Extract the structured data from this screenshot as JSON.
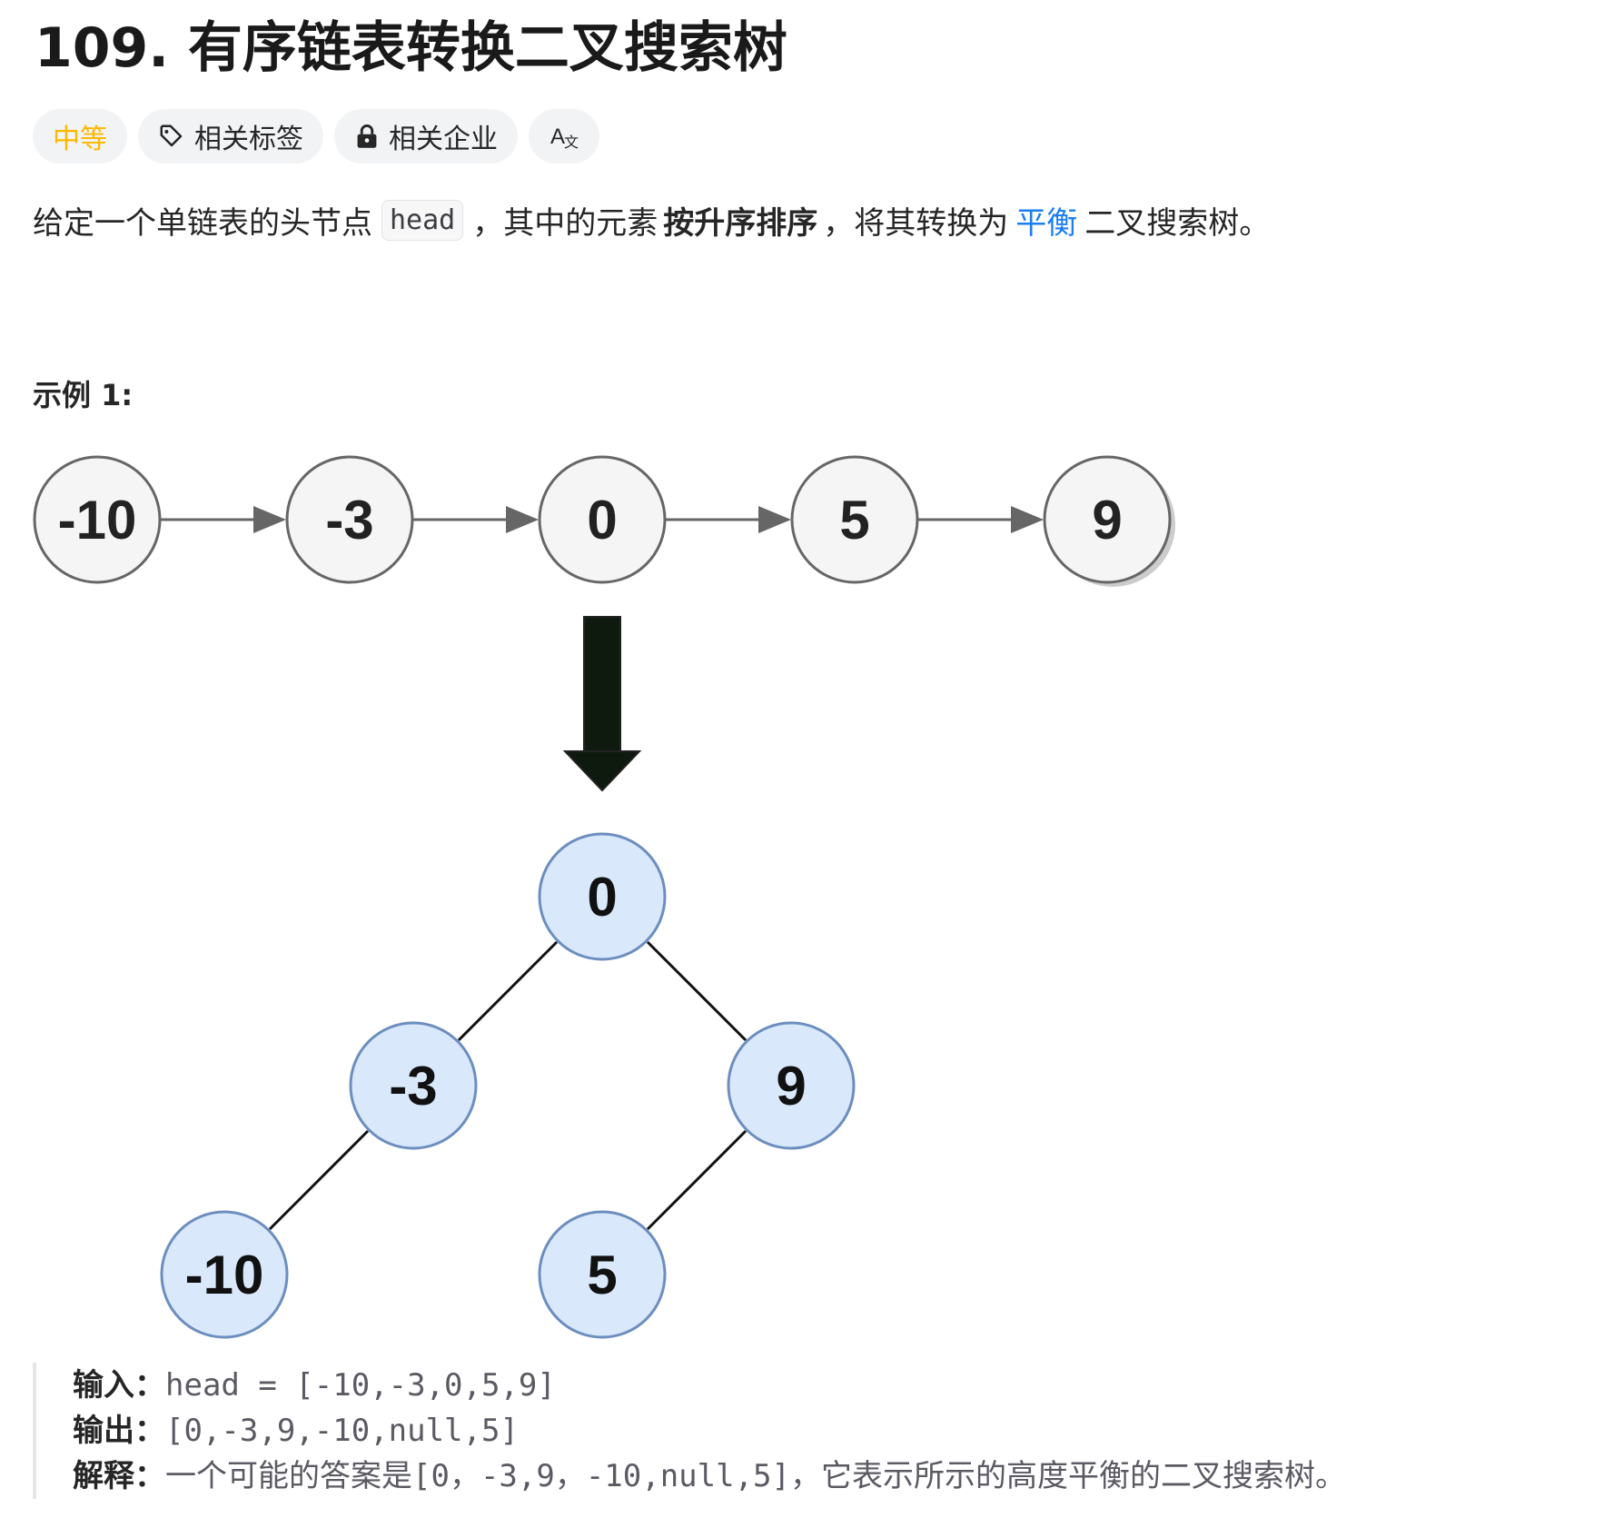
{
  "problem": {
    "title": "109. 有序链表转换二叉搜索树"
  },
  "tags": {
    "difficulty": "中等",
    "related_tags": "相关标签",
    "related_companies": "相关企业",
    "translate_icon": "translate-icon",
    "tag_icon": "tag-icon",
    "lock_icon": "lock-icon",
    "difficulty_color": "#ffb800"
  },
  "description": {
    "part1": "给定一个单链表的头节点",
    "code": "head",
    "part2": "，其中的元素",
    "bold": "按升序排序",
    "part3": "，将其转换为",
    "link": "平衡",
    "part4": "二叉搜索树。"
  },
  "example": {
    "title": "示例 1:",
    "list_nodes": [
      "-10",
      "-3",
      "0",
      "5",
      "9"
    ],
    "tree_nodes": {
      "root": "0",
      "left": "-3",
      "right": "9",
      "left_left": "-10",
      "right_left": "5"
    },
    "input_label": "输入：",
    "input_value": "head = [-10,-3,0,5,9]",
    "output_label": "输出：",
    "output_value": "[0,-3,9,-10,null,5]",
    "explain_label": "解释：",
    "explain_text1": "一个可能的答案是",
    "explain_code": "[0，-3,9，-10,null,5]",
    "explain_text2": "，它表示所示的高度平衡的二叉搜索树。"
  },
  "colors": {
    "list_node_fill": "#f5f5f5",
    "tree_node_fill": "#dae8fc",
    "tree_node_stroke": "#6c8ebf",
    "link": "#1a7ff5"
  }
}
